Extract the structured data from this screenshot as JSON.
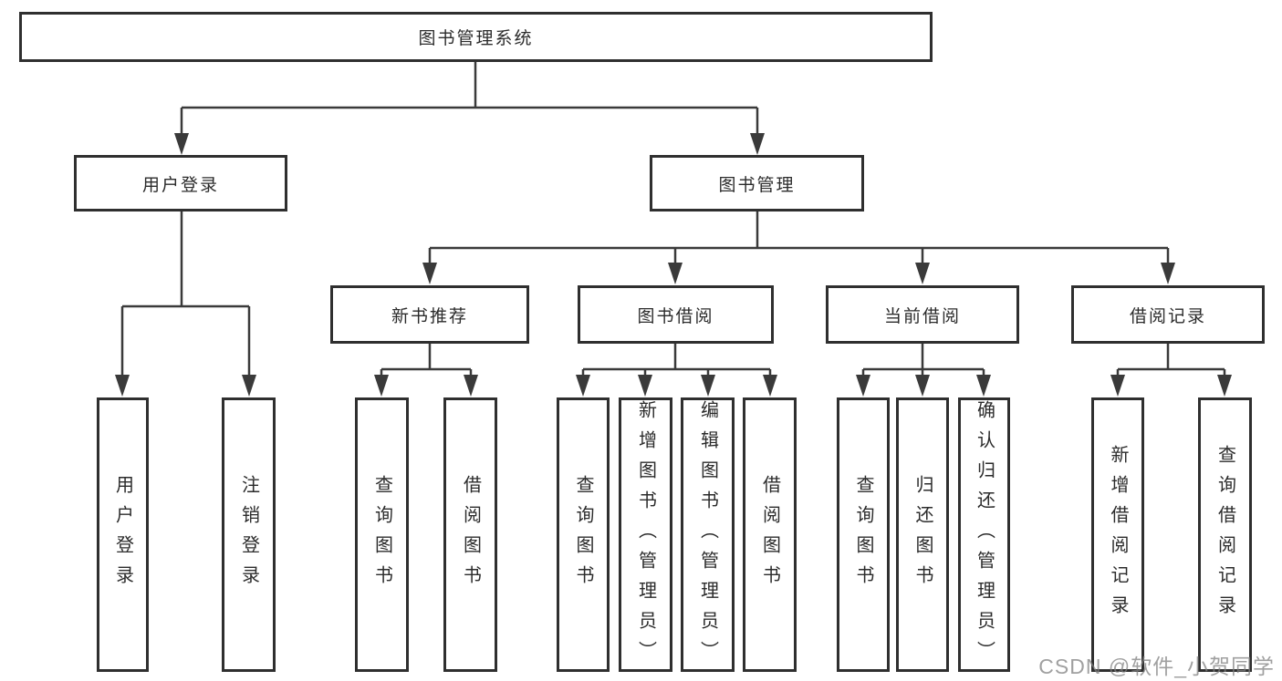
{
  "diagram": {
    "title": "图书管理系统",
    "tree": {
      "label": "图书管理系统",
      "children": [
        {
          "label": "用户登录",
          "children": [
            {
              "label": "用户登录"
            },
            {
              "label": "注销登录"
            }
          ]
        },
        {
          "label": "图书管理",
          "children": [
            {
              "label": "新书推荐",
              "children": [
                {
                  "label": "查询图书"
                },
                {
                  "label": "借阅图书"
                }
              ]
            },
            {
              "label": "图书借阅",
              "children": [
                {
                  "label": "查询图书"
                },
                {
                  "label": "新增图书（管理员）"
                },
                {
                  "label": "编辑图书（管理员）"
                },
                {
                  "label": "借阅图书"
                }
              ]
            },
            {
              "label": "当前借阅",
              "children": [
                {
                  "label": "查询图书"
                },
                {
                  "label": "归还图书"
                },
                {
                  "label": "确认归还（管理员）"
                }
              ]
            },
            {
              "label": "借阅记录",
              "children": [
                {
                  "label": "新增借阅记录"
                },
                {
                  "label": "查询借阅记录"
                }
              ]
            }
          ]
        }
      ]
    }
  },
  "watermark": {
    "text": "CSDN @软件_小贺同学"
  },
  "colors": {
    "line": "#3a3a3a",
    "box_border": "#2f2f2f",
    "text": "#2b2b2b",
    "watermark": "#808080",
    "background": "#ffffff"
  }
}
